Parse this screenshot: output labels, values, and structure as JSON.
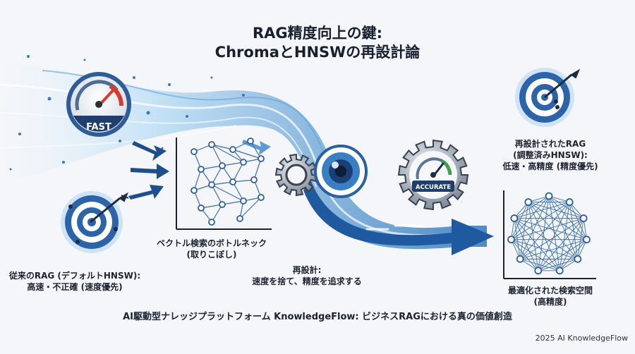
{
  "title": {
    "line1": "RAG精度向上の鍵:",
    "line2": "ChromaとHNSWの再設計論"
  },
  "labels": {
    "old_rag": {
      "line1": "従来のRAG (デフォルトHNSW):",
      "line2": "高速・不正確 (速度優先)"
    },
    "bottleneck": {
      "line1": "ベクトル検索のボトルネック",
      "line2": "(取りこぼし)"
    },
    "redesign": {
      "line1": "再設計:",
      "line2": "速度を捨て、精度を追求する"
    },
    "new_rag": {
      "line1": "再設計されたRAG",
      "line2": "(調整済みHNSW):",
      "line3": "低速・高精度 (精度優先)"
    },
    "optimized": {
      "line1": "最適化された検索空間",
      "line2": "(高精度)"
    }
  },
  "gauges": {
    "fast": "FAST",
    "accurate": "ACCURATE"
  },
  "icons": [
    "speedometer-icon",
    "target-icon",
    "gear-icon",
    "eye-icon",
    "network-graph-icon"
  ],
  "colors": {
    "flow_dark": "#1f4e8c",
    "flow_light": "#9fd0f2",
    "accent_red": "#d83a2e",
    "accent_green": "#3fa047",
    "text": "#1c2230"
  },
  "footer": "AI駆動型ナレッジプラットフォーム KnowledgeFlow: ビジネスRAGにおける真の価値創造",
  "copyright": "2025 AI KnowledgeFlow"
}
